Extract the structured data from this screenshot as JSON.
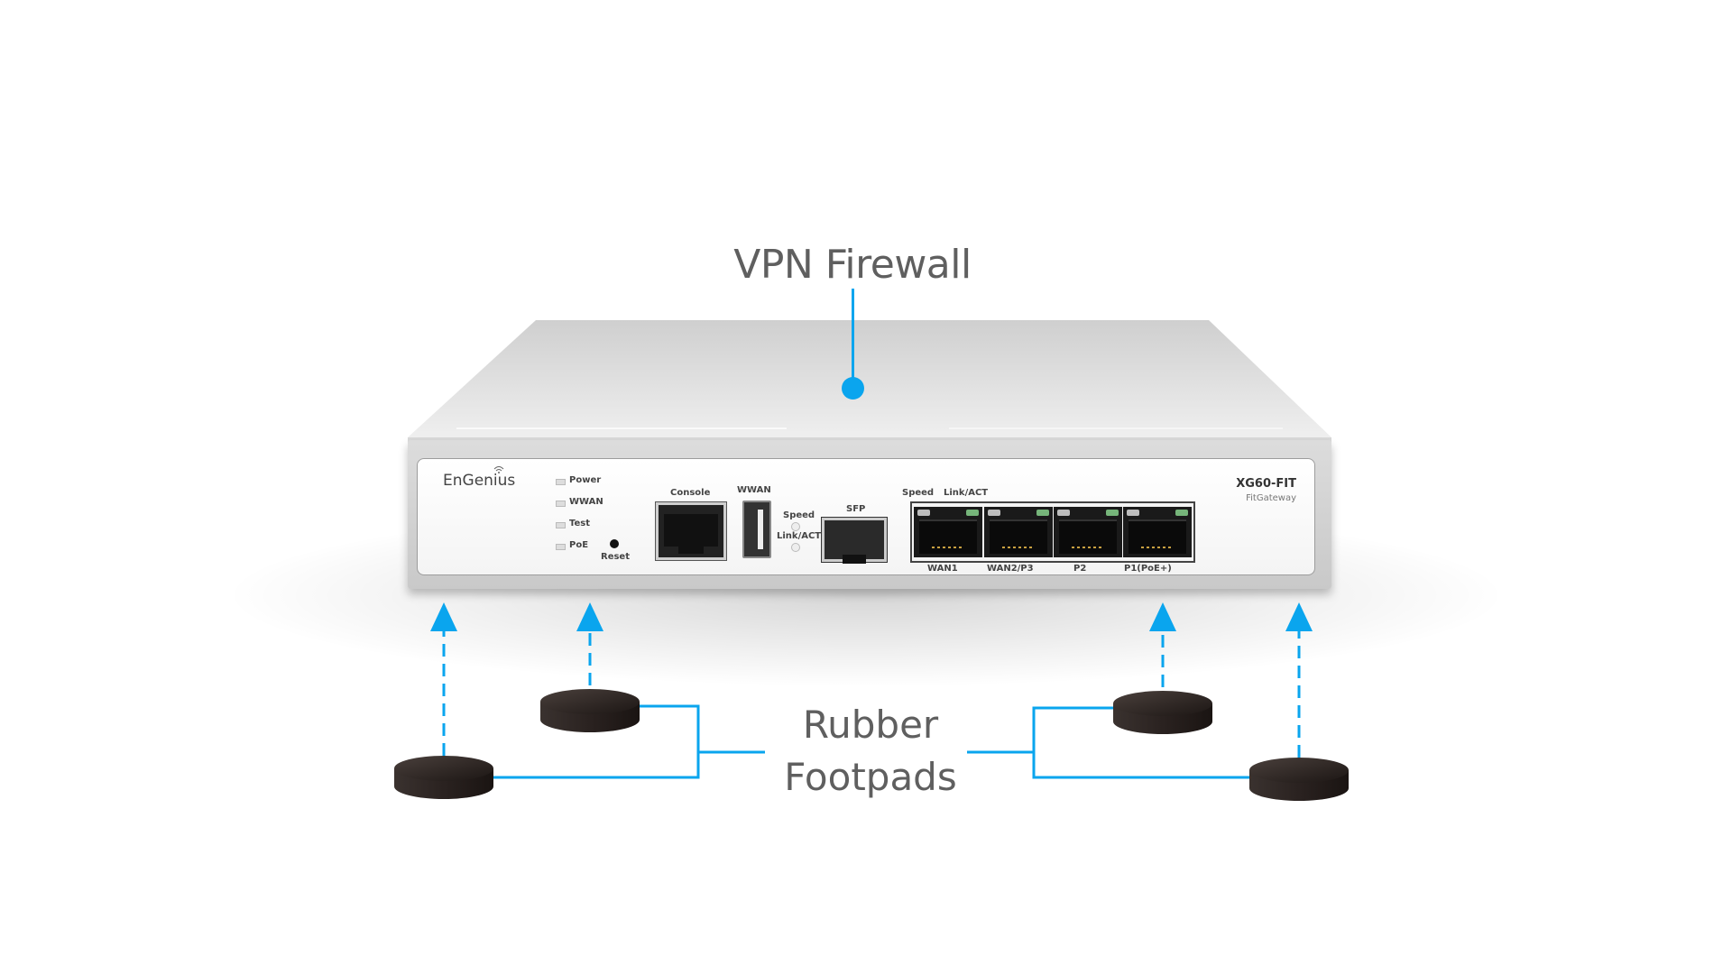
{
  "title": "VPN Firewall",
  "footpads_label": [
    "Rubber",
    "Footpads"
  ],
  "accent_color": "#0aa5ee",
  "device": {
    "brand": "EnGenius",
    "model": "XG60-FIT",
    "subtitle": "FitGateway",
    "leds": [
      "Power",
      "WWAN",
      "Test",
      "PoE"
    ],
    "reset_label": "Reset",
    "console_label": "Console",
    "wwan_label": "WWAN",
    "usb_leds": [
      "Speed",
      "Link/ACT"
    ],
    "sfp_label": "SFP",
    "port_led_labels": [
      "Speed",
      "Link/ACT"
    ],
    "ports": [
      "WAN1",
      "WAN2/P3",
      "P2",
      "P1(PoE+)"
    ]
  }
}
